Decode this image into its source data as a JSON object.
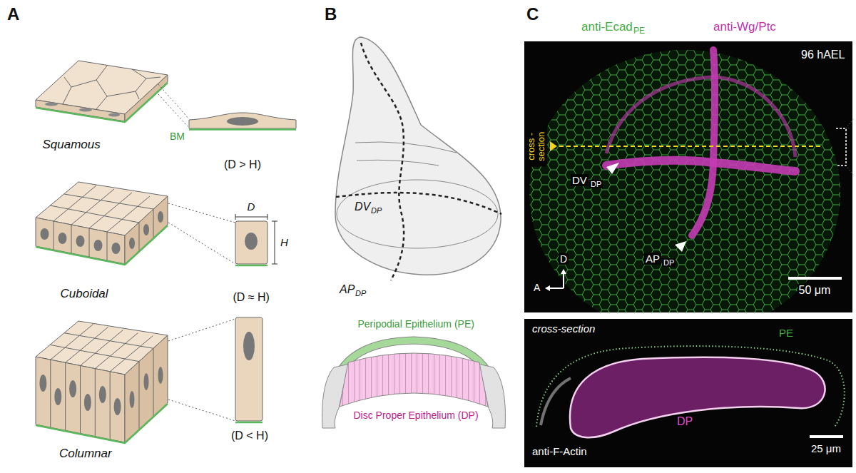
{
  "diagram": {
    "labels": [
      "A",
      "Squamous",
      "BM",
      "(D > H)",
      "D",
      "H",
      "Cuboidal",
      "(D ≈ H)",
      "Columnar",
      "(D < H)",
      "B",
      "DV",
      "DP",
      "AP",
      "DP",
      "Peripodial Epithelium (PE)",
      "Disc Proper Epithelium (DP)",
      "C",
      "anti-Ecad",
      "PE",
      "anti-Wg/Ptc",
      "96 hAEL",
      "cross - section",
      "DV",
      "DP",
      "AP",
      "DP",
      "D",
      "A",
      "50 μm",
      "cross-section",
      "PE",
      "DP",
      "anti-F-Actin",
      "25 μm"
    ]
  }
}
